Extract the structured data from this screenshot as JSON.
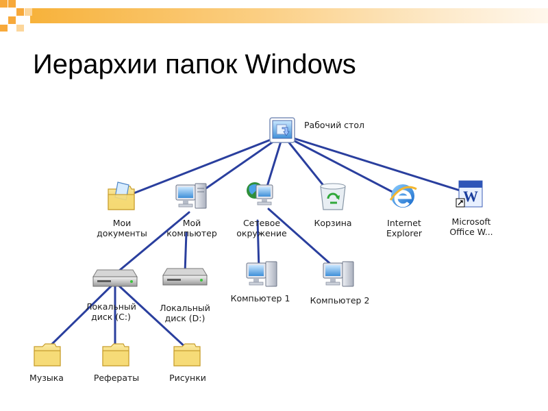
{
  "page": {
    "title": "Иерархии папок Windows"
  },
  "diagram": {
    "root": {
      "label": "Рабочий стол",
      "icon": "desktop-icon"
    },
    "children": [
      {
        "id": "my-documents",
        "label": "Мои\nдокументы",
        "icon": "my-documents-folder-icon"
      },
      {
        "id": "my-computer",
        "label": "Мой\nкомпьютер",
        "icon": "my-computer-icon"
      },
      {
        "id": "network",
        "label": "Сетевое\nокружение",
        "icon": "network-places-icon"
      },
      {
        "id": "recycle-bin",
        "label": "Корзина",
        "icon": "recycle-bin-icon"
      },
      {
        "id": "internet-explorer",
        "label": "Internet\nExplorer",
        "icon": "internet-explorer-icon"
      },
      {
        "id": "ms-word",
        "label": "Microsoft\nOffice W...",
        "icon": "word-shortcut-icon"
      }
    ],
    "drives": [
      {
        "id": "drive-c",
        "label": "Локальный\nдиск (C:)",
        "icon": "hard-drive-icon"
      },
      {
        "id": "drive-d",
        "label": "Локальный\nдиск (D:)",
        "icon": "hard-drive-icon"
      }
    ],
    "network_children": [
      {
        "id": "computer-1",
        "label": "Компьютер 1",
        "icon": "computer-icon"
      },
      {
        "id": "computer-2",
        "label": "Компьютер 2",
        "icon": "computer-icon"
      }
    ],
    "folders": [
      {
        "id": "music",
        "label": "Музыка",
        "icon": "folder-icon"
      },
      {
        "id": "essays",
        "label": "Рефераты",
        "icon": "folder-icon"
      },
      {
        "id": "pictures",
        "label": "Рисунки",
        "icon": "folder-icon"
      }
    ],
    "colors": {
      "line": "#2a3f9e",
      "folder": "#f3d96a",
      "accent": "#f7a93b"
    }
  }
}
